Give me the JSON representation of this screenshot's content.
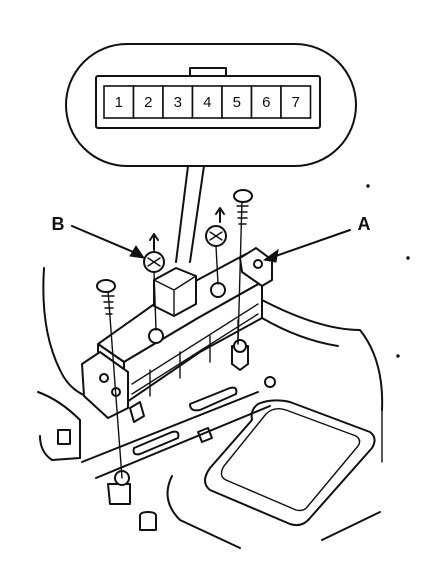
{
  "connector": {
    "pins": [
      "1",
      "2",
      "3",
      "4",
      "5",
      "6",
      "7"
    ]
  },
  "callouts": {
    "a": "A",
    "b": "B"
  }
}
